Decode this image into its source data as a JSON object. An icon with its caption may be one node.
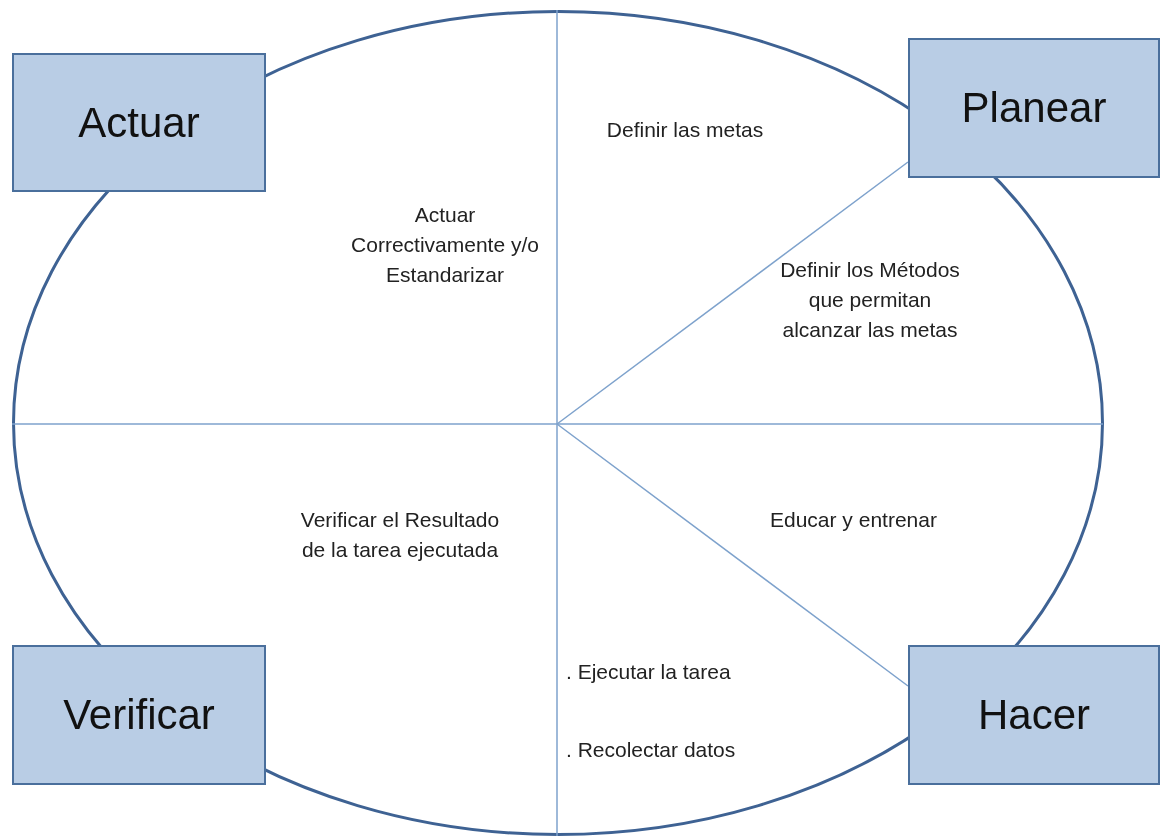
{
  "diagram": {
    "nodes": [
      {
        "text": [],
        "shape": "circle"
      },
      {
        "text": [
          "Actuar"
        ]
      },
      {
        "text": [
          "Planear"
        ]
      },
      {
        "text": [
          "Verificar"
        ]
      },
      {
        "text": [
          "Hacer"
        ]
      }
    ],
    "labels": [
      "Definir las metas",
      "Actuar Correctivamente y/o Estandarizar",
      "Definir los Métodos que permitan alcanzar las metas",
      "Verificar el Resultado de la tarea ejecutada",
      "Educar y entrenar",
      ". Ejecutar la tarea",
      ". Recolectar datos"
    ]
  }
}
